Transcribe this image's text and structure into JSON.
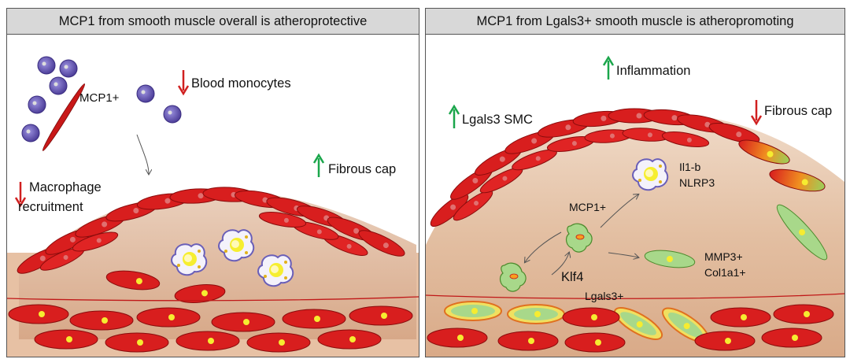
{
  "left_panel": {
    "title": "MCP1 from smooth muscle overall is atheroprotective",
    "labels": {
      "mcp1_plus": "MCP1+",
      "blood_monocytes": "Blood monocytes",
      "macrophage": "Macrophage",
      "recruitment": "recruitment",
      "fibrous_cap": "Fibrous cap"
    }
  },
  "right_panel": {
    "title": "MCP1 from Lgals3+ smooth muscle is atheropromoting",
    "labels": {
      "inflammation": "Inflammation",
      "lgals3_smc": "Lgals3 SMC",
      "fibrous_cap": "Fibrous cap",
      "il1b": "Il1-b",
      "nlrp3": "NLRP3",
      "mcp1_plus": "MCP1+",
      "klf4": "Klf4",
      "mmp3": "MMP3+",
      "col1a1": "Col1a1+",
      "lgals3_plus": "Lgals3+"
    }
  },
  "colors": {
    "arrow_up": "#1aa64b",
    "arrow_down": "#d02020",
    "smc_red": "#d81e1e",
    "plaque": "#e8c2a6",
    "monocyte": "#6a5fb8",
    "smc_green": "#a8d88a"
  }
}
